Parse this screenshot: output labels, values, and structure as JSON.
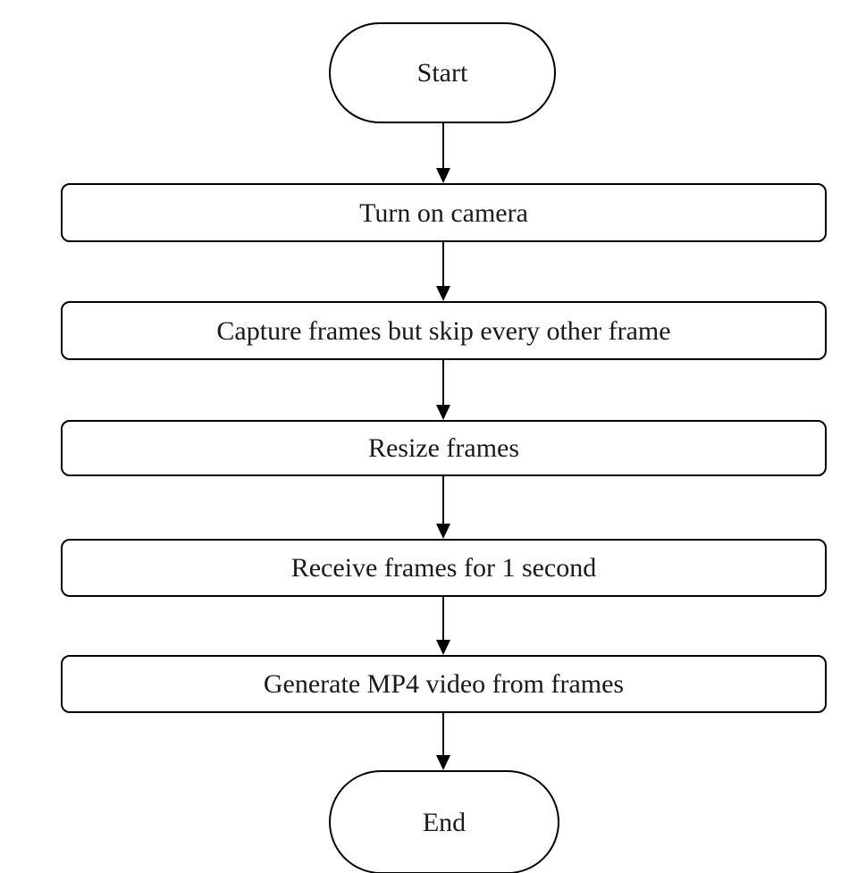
{
  "diagram": {
    "type": "flowchart",
    "background_color": "#ffffff",
    "stroke_color": "#000000",
    "text_color": "#1a1a1a",
    "nodes": [
      {
        "id": "start",
        "shape": "terminator",
        "label": "Start"
      },
      {
        "id": "step1",
        "shape": "process",
        "label": "Turn on camera"
      },
      {
        "id": "step2",
        "shape": "process",
        "label": "Capture frames but skip every other frame"
      },
      {
        "id": "step3",
        "shape": "process",
        "label": "Resize frames"
      },
      {
        "id": "step4",
        "shape": "process",
        "label": "Receive frames for 1 second"
      },
      {
        "id": "step5",
        "shape": "process",
        "label": "Generate MP4 video from frames"
      },
      {
        "id": "end",
        "shape": "terminator",
        "label": "End"
      }
    ],
    "edges": [
      {
        "from": "start",
        "to": "step1",
        "direction": "down"
      },
      {
        "from": "step1",
        "to": "step2",
        "direction": "down"
      },
      {
        "from": "step2",
        "to": "step3",
        "direction": "down"
      },
      {
        "from": "step3",
        "to": "step4",
        "direction": "down"
      },
      {
        "from": "step4",
        "to": "step5",
        "direction": "down"
      },
      {
        "from": "step5",
        "to": "end",
        "direction": "down"
      }
    ]
  }
}
